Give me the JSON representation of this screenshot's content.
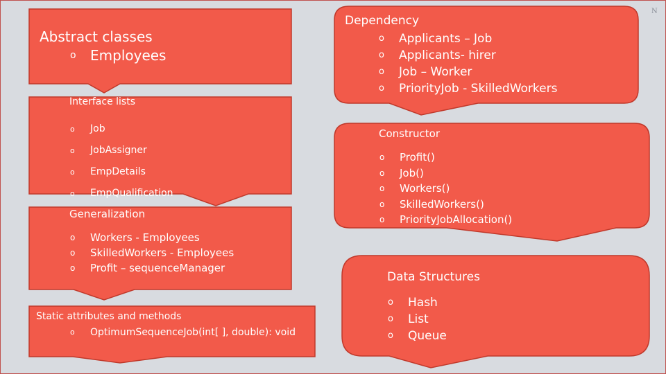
{
  "colors": {
    "box_fill": "#f25a4a",
    "box_stroke": "#c0392b",
    "text": "#ffffff",
    "background": "#d8dbe0",
    "slide_border": "#c0504d"
  },
  "bullet_glyph": "o",
  "corner_mark": "N",
  "boxes": {
    "abstract_classes": {
      "title": "Abstract classes",
      "items": [
        "Employees"
      ]
    },
    "interface_lists": {
      "title": "Interface lists",
      "items": [
        "Job",
        "JobAssigner",
        "EmpDetails",
        "EmpQualification"
      ]
    },
    "generalization": {
      "title": "Generalization",
      "items": [
        "Workers - Employees",
        "SkilledWorkers - Employees",
        "Profit – sequenceManager"
      ]
    },
    "static_attributes": {
      "title": "Static attributes and methods",
      "items": [
        "OptimumSequenceJob(int[  ], double): void"
      ]
    },
    "dependency": {
      "title": "Dependency",
      "items": [
        "Applicants – Job",
        "Applicants-  hirer",
        "Job – Worker",
        "PriorityJob - SkilledWorkers"
      ]
    },
    "constructor": {
      "title": "Constructor",
      "items": [
        "Profit()",
        "Job()",
        "Workers()",
        "SkilledWorkers()",
        "PriorityJobAllocation()"
      ]
    },
    "data_structures": {
      "title": "Data Structures",
      "items": [
        "Hash",
        "List",
        "Queue"
      ]
    }
  }
}
